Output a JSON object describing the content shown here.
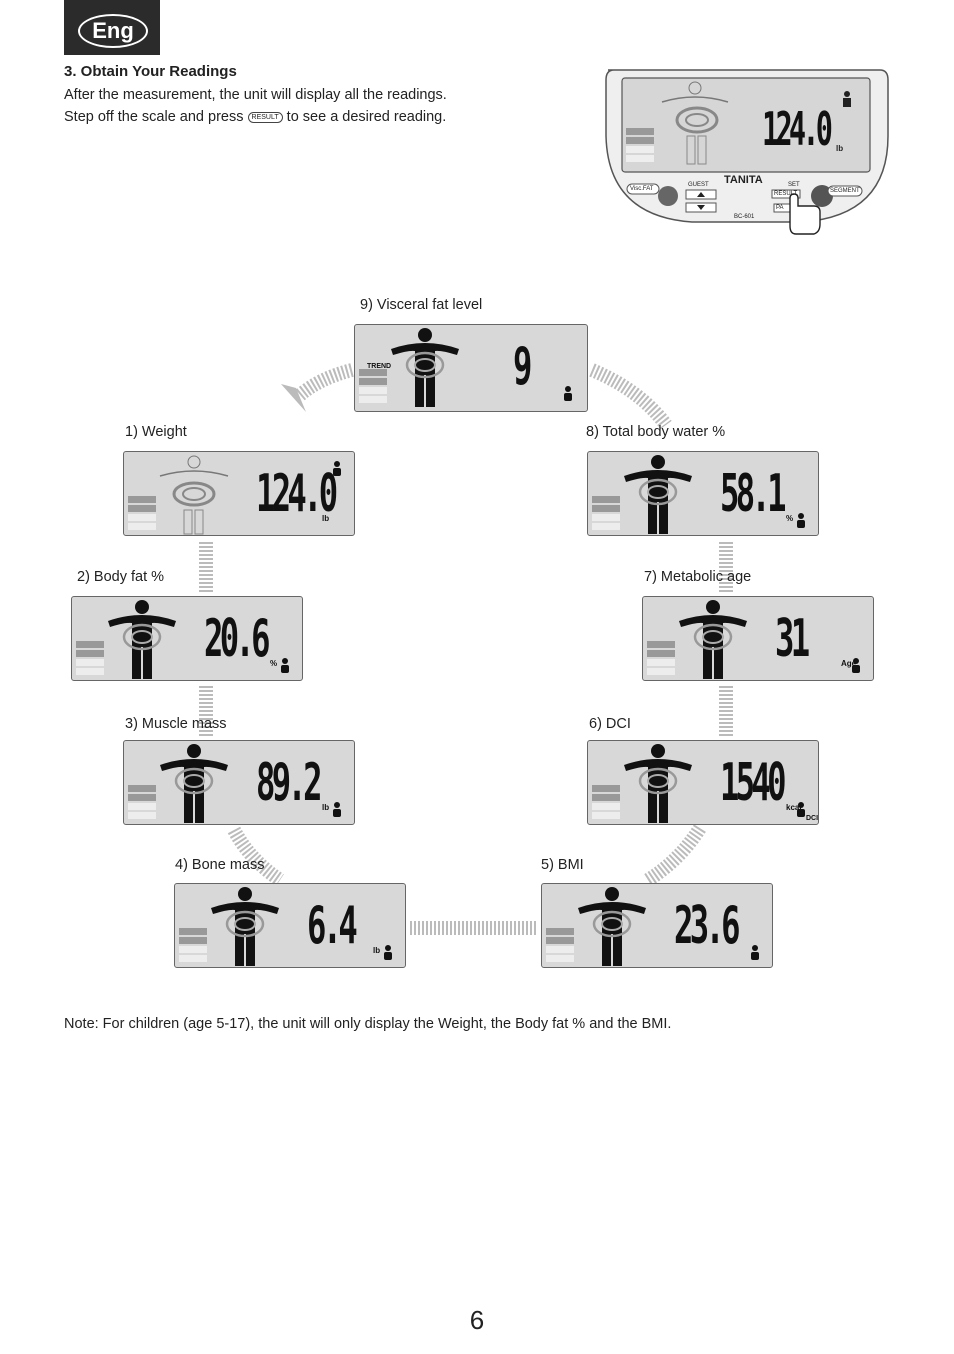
{
  "header": {
    "lang_tab": "Eng"
  },
  "section": {
    "heading": "3. Obtain Your Readings",
    "line1": "After the measurement, the unit will display all the readings.",
    "line2_prefix": "Step off the scale and press",
    "result_key": "RESULT",
    "line2_suffix": "to see a desired reading."
  },
  "device": {
    "display_value": "124.0",
    "unit": "lb",
    "brand": "TANITA",
    "model": "BC-601",
    "keys": {
      "visc": "Visc.FAT",
      "guest": "GUEST",
      "set": "SET",
      "result": "RESULT",
      "segment": "SEGMENT",
      "pa": "PA"
    }
  },
  "readings": [
    {
      "label": "1) Weight",
      "value": "124.0",
      "unit": "lb"
    },
    {
      "label": "2) Body fat %",
      "value": "20.6",
      "unit": "%"
    },
    {
      "label": "3) Muscle mass",
      "value": "89.2",
      "unit": "lb"
    },
    {
      "label": "4) Bone mass",
      "value": "6.4",
      "unit": "lb"
    },
    {
      "label": "5) BMI",
      "value": "23.6",
      "unit": ""
    },
    {
      "label": "6) DCI",
      "value": "1540",
      "unit": "kcal",
      "extra": "DCI"
    },
    {
      "label": "7) Metabolic age",
      "value": "31",
      "unit": "Age"
    },
    {
      "label": "8) Total body water %",
      "value": "58.1",
      "unit": "%"
    },
    {
      "label": "9) Visceral fat level",
      "value": "9",
      "unit": "",
      "extra": "TREND"
    }
  ],
  "note": "Note: For children (age 5-17), the unit will only display the Weight, the Body fat % and the BMI.",
  "page_number": "6"
}
